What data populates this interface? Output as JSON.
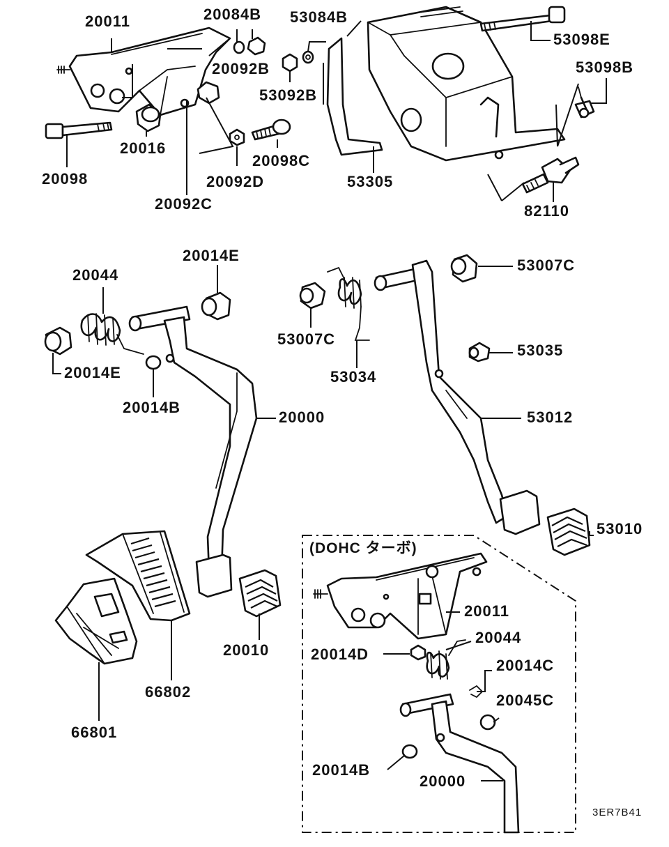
{
  "labels": {
    "p20011_top": "20011",
    "p20084b": "20084B",
    "p53084b": "53084B",
    "p53098e": "53098E",
    "p53098b": "53098B",
    "p20092b": "20092B",
    "p53092b": "53092B",
    "p20016": "20016",
    "p20098": "20098",
    "p20098c": "20098C",
    "p20092d": "20092D",
    "p20092c": "20092C",
    "p53305": "53305",
    "p82110": "82110",
    "p20014e_top": "20014E",
    "p20044_left": "20044",
    "p20014e_left": "20014E",
    "p20014b_left": "20014B",
    "p20000_left": "20000",
    "p53007c_right": "53007C",
    "p53007c_mid": "53007C",
    "p53034": "53034",
    "p53035": "53035",
    "p53012": "53012",
    "p53010": "53010",
    "p20010": "20010",
    "p66802": "66802",
    "p66801": "66801",
    "inset_title": "(DOHC ターボ)",
    "p20011_inset": "20011",
    "p20044_inset": "20044",
    "p20014d": "20014D",
    "p20014c": "20014C",
    "p20045c": "20045C",
    "p20014b_inset": "20014B",
    "p20000_inset": "20000",
    "diagram_code": "3ER7B41"
  }
}
